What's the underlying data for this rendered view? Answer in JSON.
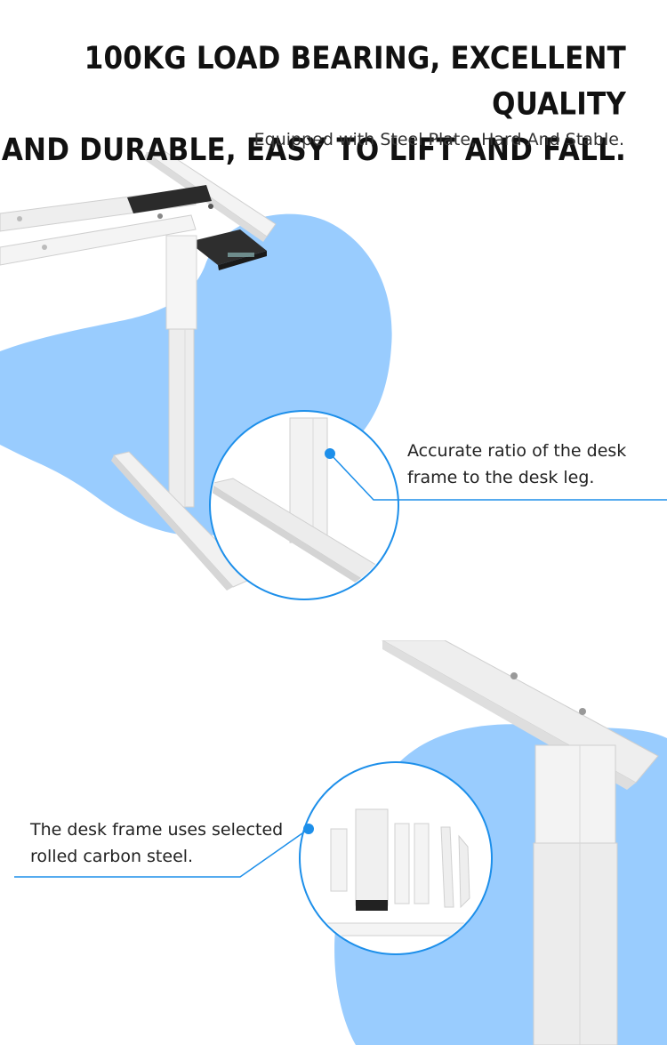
{
  "headline": {
    "line1": "100KG LOAD BEARING, EXCELLENT QUALITY",
    "line2": "AND DURABLE, EASY TO LIFT AND FALL."
  },
  "subhead": "Equipped with Steel Plate, Hard And Stable.",
  "callouts": {
    "ratio": {
      "line1": "Accurate ratio of the desk",
      "line2": "frame to the desk leg."
    },
    "steel": {
      "line1": "The desk frame uses selected",
      "line2": "rolled carbon steel."
    }
  },
  "colors": {
    "blob_blue": "#99ccfe",
    "accent_blue": "#1d8fea",
    "frame_white": "#f2f2f2",
    "controller_black": "#2b2b2b"
  }
}
